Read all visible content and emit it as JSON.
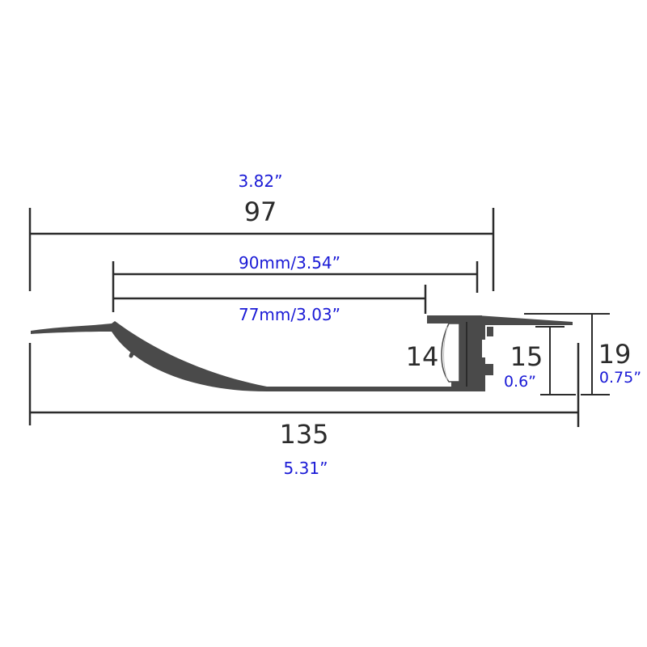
{
  "dimensions": {
    "width_top": {
      "mm": "97",
      "inch": "3.82”"
    },
    "inner_90": {
      "label": "90mm/3.54”"
    },
    "inner_77": {
      "label": "77mm/3.03”"
    },
    "total_width": {
      "mm": "135",
      "inch": "5.31”"
    },
    "channel_height": {
      "mm": "14"
    },
    "height_15": {
      "mm": "15",
      "inch": "0.6”"
    },
    "height_19": {
      "mm": "19",
      "inch": "0.75”"
    }
  },
  "colors": {
    "profile": "#4a4a4a",
    "lines": "#2b2b2b",
    "imperial_text": "#1a1ad6",
    "metric_text": "#2b2b2b"
  }
}
